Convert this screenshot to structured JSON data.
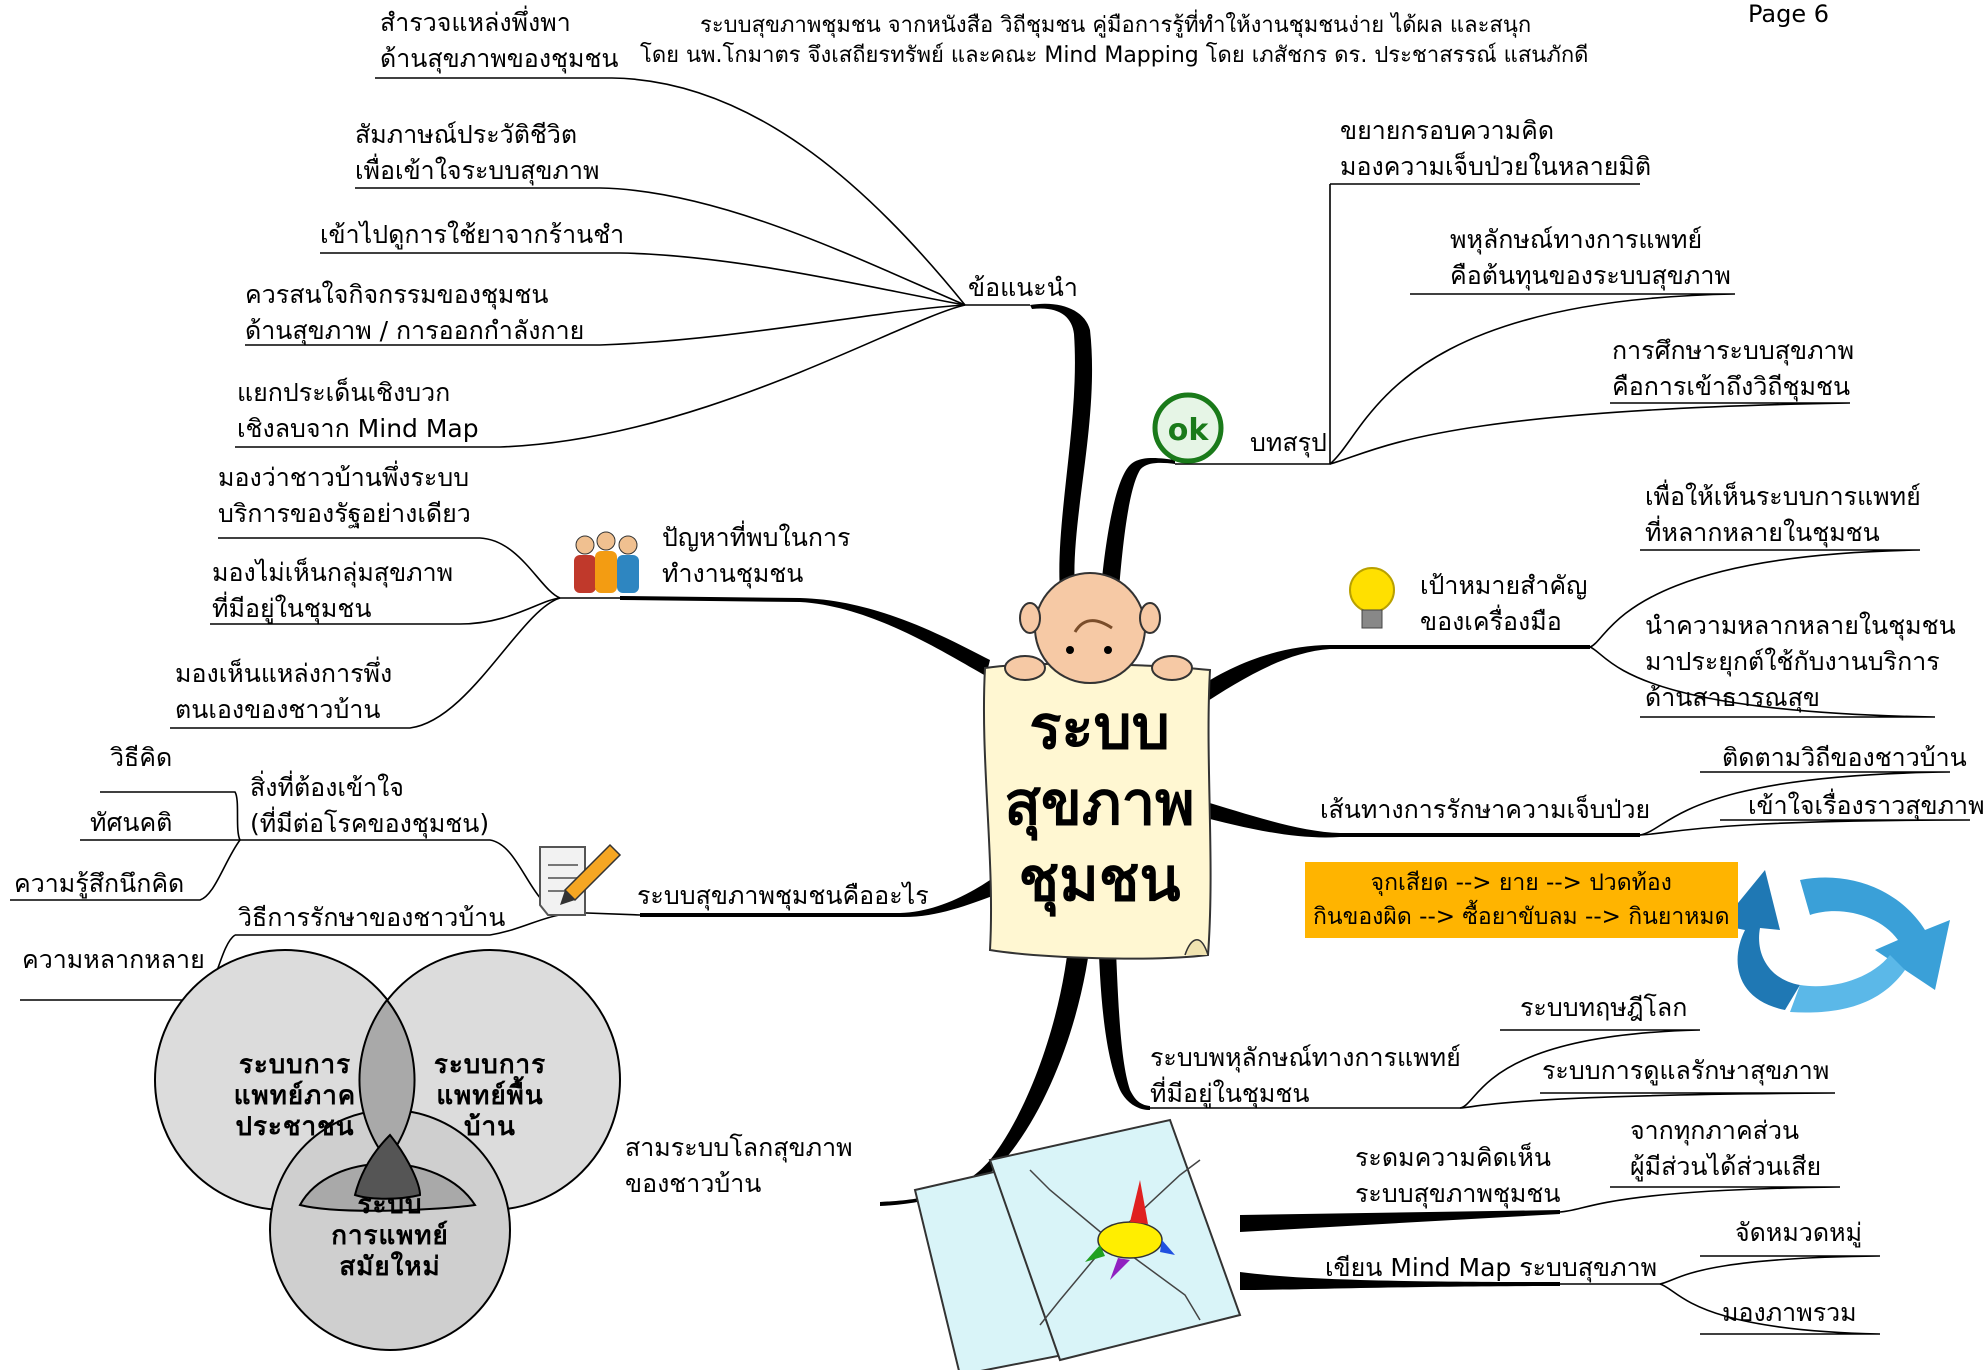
{
  "header": {
    "line1": "ระบบสุขภาพชุมชน จากหนังสือ วิถีชุมชน คู่มือการรู้ที่ทำให้งานชุมชนง่าย ได้ผล และสนุก",
    "line2": "โดย นพ.โกมาตร จึงเสถียรทรัพย์ และคณะ Mind Mapping โดย เภสัชกร ดร. ประชาสรรณ์ แสนภักดี",
    "page": "Page  6"
  },
  "center": {
    "line1": "ระบบ",
    "line2": "สุขภาพ",
    "line3": "ชุมชน"
  },
  "left": {
    "advice": {
      "label": "ข้อแนะนำ",
      "items": [
        [
          "สำรวจแหล่งพึ่งพา",
          "ด้านสุขภาพของชุมชน"
        ],
        [
          "สัมภาษณ์ประวัติชีวิต",
          "เพื่อเข้าใจระบบสุขภาพ"
        ],
        [
          "เข้าไปดูการใช้ยาจากร้านชำ"
        ],
        [
          "ควรสนใจกิจกรรมของชุมชน",
          "ด้านสุขภาพ / การออกกำลังกาย"
        ],
        [
          "แยกประเด็นเชิงบวก",
          "เชิงลบจาก Mind Map"
        ]
      ]
    },
    "problems": {
      "label": [
        "ปัญหาที่พบในการ",
        "ทำงานชุมชน"
      ],
      "items": [
        [
          "มองว่าชาวบ้านพึ่งระบบ",
          "บริการของรัฐอย่างเดียว"
        ],
        [
          "มองไม่เห็นกลุ่มสุขภาพ",
          "ที่มีอยู่ในชุมชน"
        ],
        [
          "มองเห็นแหล่งการพึ่ง",
          "ตนเองของชาวบ้าน"
        ]
      ]
    },
    "what": {
      "label": "ระบบสุขภาพชุมชนคืออะไร",
      "understand": [
        "สิ่งที่ต้องเข้าใจ",
        "(ที่มีต่อโรคของชุมชน)"
      ],
      "understand_items": [
        "วิธีคิด",
        "ทัศนคติ",
        "ความรู้สึกนึกคิด"
      ],
      "treatment": "วิธีการรักษาของชาวบ้าน",
      "treatment_items": [
        "ความหลากหลาย"
      ]
    },
    "three": {
      "label": [
        "สามระบบโลกสุขภาพ",
        "ของชาวบ้าน"
      ],
      "venn": [
        [
          "ระบบการ",
          "แพทย์ภาค",
          "ประชาชน"
        ],
        [
          "ระบบการ",
          "แพทย์พื้น",
          "บ้าน"
        ],
        [
          "ระบบ",
          "การแพทย์",
          "สมัยใหม่"
        ]
      ]
    }
  },
  "right": {
    "summary": {
      "label": "บทสรุป",
      "items": [
        [
          "ขยายกรอบความคิด",
          "มองความเจ็บป่วยในหลายมิติ"
        ],
        [
          "พหุลักษณ์ทางการแพทย์",
          "คือต้นทุนของระบบสุขภาพ"
        ],
        [
          "การศึกษาระบบสุขภาพ",
          "คือการเข้าถึงวิถีชุมชน"
        ]
      ]
    },
    "goal": {
      "label": [
        "เป้าหมายสำคัญ",
        "ของเครื่องมือ"
      ],
      "items": [
        [
          "เพื่อให้เห็นระบบการแพทย์",
          "ที่หลากหลายในชุมชน"
        ],
        [
          "นำความหลากหลายในชุมชน",
          "มาประยุกต์ใช้กับงานบริการ",
          "ด้านสาธารณสุข"
        ]
      ]
    },
    "path": {
      "label": "เส้นทางการรักษาความเจ็บป่วย",
      "items": [
        "ติดตามวิถีของชาวบ้าน",
        "เข้าใจเรื่องราวสุขภาพ"
      ],
      "example": [
        "จุกเสียด --> ยาย --> ปวดท้อง",
        "กินของผิด --> ซื้อยาขับลม --> กินยาหมด"
      ]
    },
    "plural": {
      "label": [
        "ระบบพหุลักษณ์ทางการแพทย์",
        "ที่มีอยู่ในชุมชน"
      ],
      "items": [
        "ระบบทฤษฎีโลก",
        "ระบบการดูแลรักษาสุขภาพ"
      ]
    },
    "brainstorm": {
      "label": [
        "ระดมความคิดเห็น",
        "ระบบสุขภาพชุมชน"
      ],
      "items": [
        [
          "จากทุกภาคส่วน",
          "ผู้มีส่วนได้ส่วนเสีย"
        ]
      ]
    },
    "write": {
      "label": "เขียน Mind Map  ระบบสุขภาพ",
      "items": [
        "จัดหมวดหมู่",
        "มองภาพรวม"
      ]
    }
  },
  "icons": {
    "ok": "ok",
    "people": "people-icon",
    "bulb": "lightbulb-icon",
    "memo": "memo-pencil-icon",
    "cycle": "cycle-arrows-icon",
    "map": "mind-map-sheets-icon",
    "mascot": "bald-man-holding-paper"
  }
}
